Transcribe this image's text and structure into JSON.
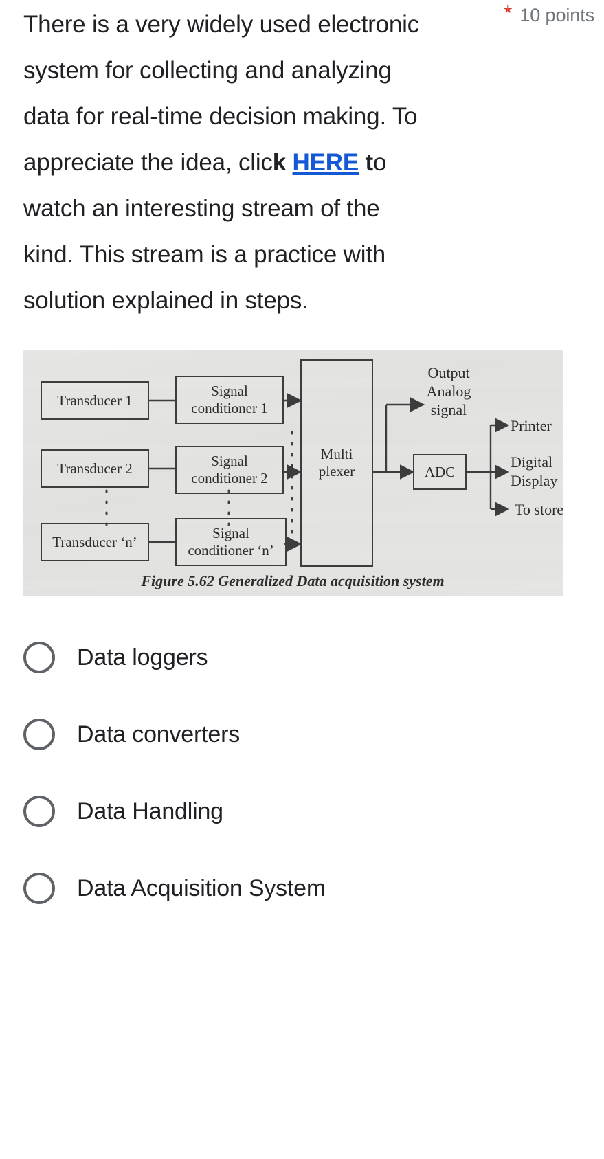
{
  "question": {
    "points_label": "10 points",
    "required_marker": "*",
    "required_color": "#d93025",
    "text_before_link": "There is a very widely used electronic system for collecting and analyzing data for real-time decision making. To appreciate the idea, clic",
    "bold_before": "k",
    "link_text": "HERE",
    "bold_after": "t",
    "text_after_link": "o watch an interesting stream of the kind.  This stream is a practice with solution explained in steps.",
    "link_color": "#1558d6"
  },
  "figure": {
    "caption": "Figure 5.62 Generalized Data acquisition system",
    "blocks": {
      "transducer_1": "Transducer 1",
      "transducer_2": "Transducer 2",
      "transducer_n": "Transducer ‘n’",
      "conditioner_1": "Signal\nconditioner 1",
      "conditioner_1_line1": "Signal",
      "conditioner_1_line2": "conditioner 1",
      "conditioner_2_line1": "Signal",
      "conditioner_2_line2": "conditioner 2",
      "conditioner_n_line1": "Signal",
      "conditioner_n_line2": "conditioner ‘n’",
      "multiplexer_line1": "Multi",
      "multiplexer_line2": "plexer",
      "adc": "ADC"
    },
    "outputs": {
      "analog_line1": "Output",
      "analog_line2": "Analog",
      "analog_line3": "signal",
      "printer": "Printer",
      "digital_line1": "Digital",
      "digital_line2": "Display",
      "to_store": "To store"
    }
  },
  "options": [
    {
      "label": "Data loggers",
      "selected": false
    },
    {
      "label": "Data converters",
      "selected": false
    },
    {
      "label": "Data Handling",
      "selected": false
    },
    {
      "label": "Data Acquisition System",
      "selected": false
    }
  ]
}
